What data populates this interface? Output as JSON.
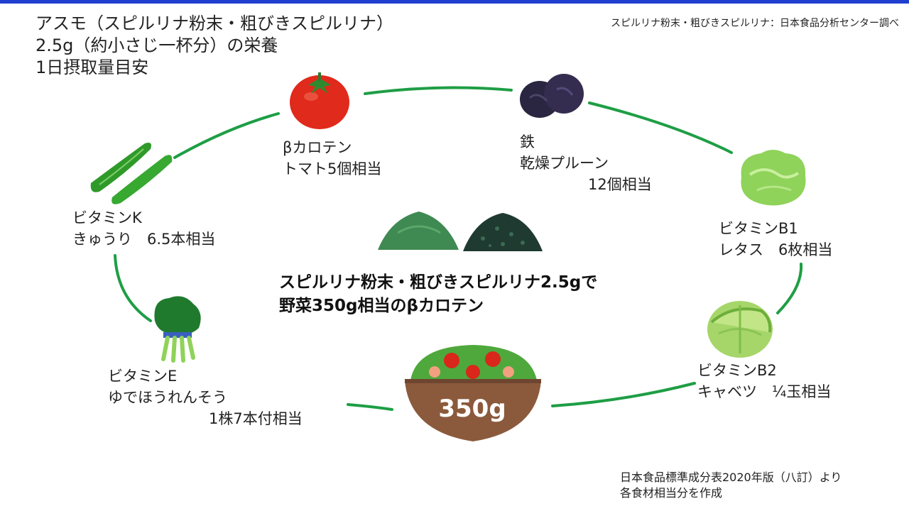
{
  "title": {
    "line1": "アスモ（スピルリナ粉末・粗びきスピルリナ）",
    "line2": "2.5g（約小さじ一杯分）の栄養",
    "line3": "1日摂取量目安"
  },
  "source_note": "スピルリナ粉末・粗びきスピルリナ：日本食品分析センター調べ",
  "center": {
    "line1": "スピルリナ粉末・粗びきスピルリナ2.5gで",
    "line2": "野菜350g相当のβカロテン"
  },
  "bowl_label": "350g",
  "items": {
    "beta_carotene": {
      "nutrient": "βカロテン",
      "food": "トマト5個相当"
    },
    "iron": {
      "nutrient": "鉄",
      "food": "乾燥プルーン",
      "amount": "12個相当"
    },
    "vitamin_b1": {
      "nutrient": "ビタミンB1",
      "food": "レタス　6枚相当"
    },
    "vitamin_b2": {
      "nutrient": "ビタミンB2",
      "food": "キャベツ　¼玉相当"
    },
    "vitamin_e": {
      "nutrient": "ビタミンE",
      "food": "ゆでほうれんそう",
      "amount": "1株7本付相当"
    },
    "vitamin_k": {
      "nutrient": "ビタミンK",
      "food": "きゅうり　6.5本相当"
    }
  },
  "footer": {
    "line1": "日本食品標準成分表2020年版（八訂）より",
    "line2": "各食材相当分を作成"
  },
  "colors": {
    "ring": "#1e9e45",
    "accent_bar": "#1f3fd1",
    "bowl": "#8b5a3c"
  },
  "icons": [
    "tomato-icon",
    "prune-icon",
    "lettuce-icon",
    "cabbage-icon",
    "salad-bowl-icon",
    "spinach-icon",
    "cucumber-icon",
    "spirulina-powder-icon",
    "spirulina-flakes-icon"
  ]
}
